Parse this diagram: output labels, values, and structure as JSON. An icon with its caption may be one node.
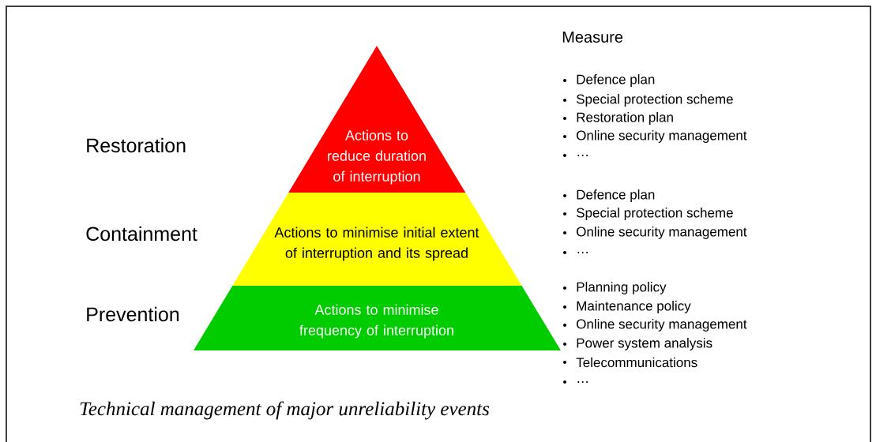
{
  "diagram": {
    "caption": "Technical management of major unreliability events",
    "nodes": [
      {
        "text": [
          "Actions to reduce duration of interruption"
        ]
      },
      {
        "text": [
          "Actions to minimise initial extent of interruption and its spread"
        ]
      },
      {
        "text": [
          "Actions to minimise frequency of interruption"
        ]
      }
    ],
    "edges": [],
    "labels": [
      "Restoration",
      "Containment",
      "Prevention",
      "Measure",
      "Defence plan",
      "Special protection scheme",
      "Restoration plan",
      "Online security management",
      "…",
      "Defence plan",
      "Special protection scheme",
      "Online security management",
      "…",
      "Planning policy",
      "Maintenance policy",
      "Online security management",
      "Power system analysis",
      "Telecommunications",
      "…"
    ]
  }
}
